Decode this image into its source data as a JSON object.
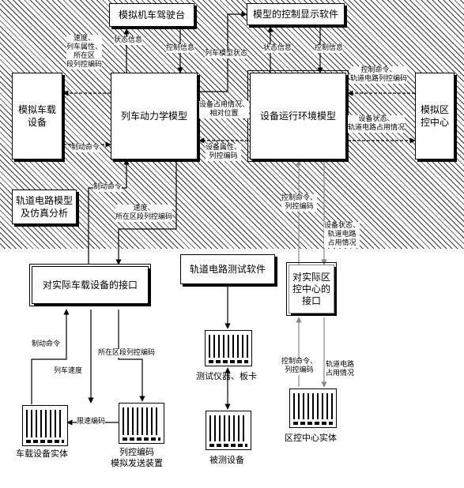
{
  "boxes": {
    "driver_console": "模拟机车驾驶台",
    "control_display": "模型的控制显示软件",
    "onboard_sim": "模拟车载\n设备",
    "dynamics": "列车动力学模型",
    "env": "设备运行环境模型",
    "zone_sim": "模拟区\n控中心",
    "track_sim": "轨道电路模型\n及仿真分析",
    "iface_onboard": "对实际车载设备的接口",
    "track_test": "轨道电路测试软件",
    "iface_zone": "对实际区\n控中心的\n接口"
  },
  "labels": {
    "state_info_1": "状态信息",
    "ctrl_info_1": "控制信息",
    "train_state": "列车模型状态",
    "state_info_2": "状态信息",
    "ctrl_info_2": "控制信息",
    "speed_attr": "速度、\n列车属性、\n所在区\n段列控编码",
    "brake_cmd_1": "制动命令",
    "occupy_pos": "设备占用情况、\n相对位置",
    "equip_attr": "设备属性、\n列控编码",
    "ctrl_cmd_right": "控制命令、\n轨道电路列控编码",
    "dev_state_right": "设备状态、\n轨道电路占用情况",
    "brake_cmd_2": "制动命令",
    "speed_code": "速度、\n所在区段列控编码",
    "ctrl_cmd_down": "控制命令、\n列控编码",
    "dev_state_up": "设备状态、\n轨道电路\n占用情况",
    "brake_cmd_3": "制动命令",
    "train_speed": "列车速度",
    "section_code": "所在区段列控编码",
    "speed_limit": "限速编码",
    "ctrl_cmd_bottom": "控制命令、\n列控编码",
    "track_occ_bottom": "轨道电路\n占用情况"
  },
  "captions": {
    "onboard_real": "车载设备实体",
    "code_gen": "列控编码\n模拟发送装置",
    "instrument": "测试仪器、板卡",
    "tested": "被测设备",
    "zone_real": "区控中心实体"
  }
}
